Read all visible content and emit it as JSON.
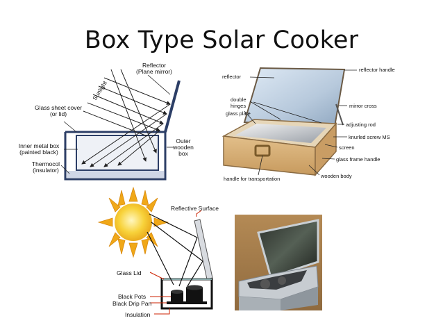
{
  "slide": {
    "title": "Box Type Solar Cooker"
  },
  "diagram1": {
    "reflector_line1": "Reflector",
    "reflector_line2": "(Plane mirror)",
    "sunlight": "Sunlight",
    "glass_line1": "Glass sheet cover",
    "glass_line2": "(or lid)",
    "inner_line1": "Inner metal box",
    "inner_line2": "(painted black)",
    "thermocol_line1": "Thermocol",
    "thermocol_line2": "(insulator)",
    "outer_line1": "Outer",
    "outer_line2": "wooden",
    "outer_line3": "box"
  },
  "diagram2": {
    "reflector": "reflector",
    "reflector_handle": "reflector handle",
    "double_line1": "double",
    "double_line2": "hinges",
    "glass_plate": "glass plate",
    "mirror_cross": "mirror cross",
    "adjusting_rod": "adjusting rod",
    "knurled_screw": "knurled screw MS",
    "screen": "screen",
    "glass_frame_handle": "glass frame handle",
    "handle_transport": "handle for transportation",
    "wooden_body": "wooden body"
  },
  "diagram3": {
    "reflective_surface": "Reflective Surface",
    "glass_lid": "Glass Lid",
    "black_pots": "Black Pots",
    "black_drip_pan": "Black Drip Pan",
    "insulation": "Insulation"
  },
  "colors": {
    "sun": "#f5c518",
    "wood": "#d9b07a",
    "leader_red": "#cc2200",
    "box_outline": "#2c3e66"
  }
}
